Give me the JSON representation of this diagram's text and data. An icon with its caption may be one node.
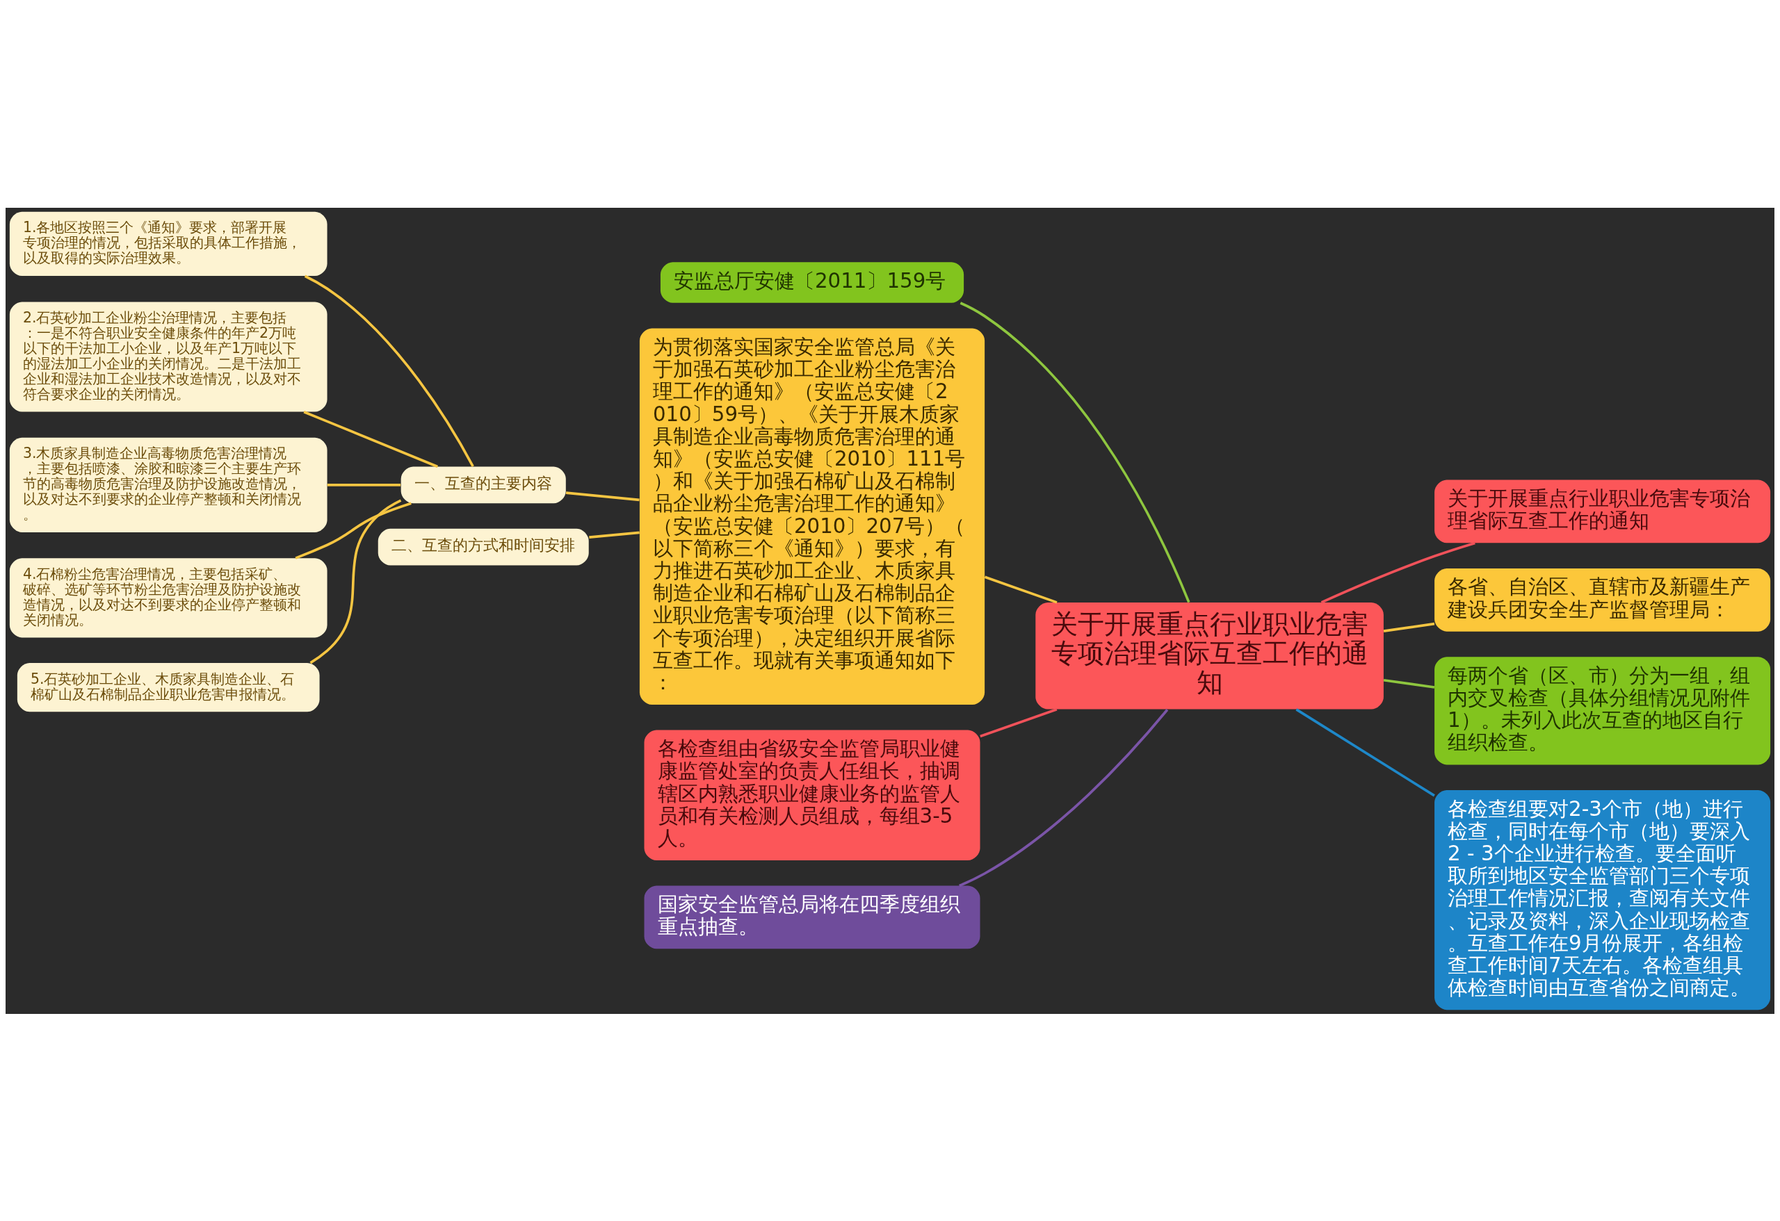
{
  "diagram": {
    "nodes": [
      {
        "text": [
          "关于开展重点行业职业危害专项治理省际互查工作的通知"
        ]
      },
      {
        "text": [
          "安监总厅安健〔2011〕159号"
        ]
      },
      {
        "text": [
          "为贯彻落实国家安全监管总局《关于加强石英砂加工企业粉尘危害治理工作的通知》（安监总安健〔2010〕59号）、《关于开展木质家具制造企业高毒物质危害治理的通知》（安监总安健〔2010〕111号）和《关于加强石棉矿山及石棉制品企业粉尘危害治理工作的通知》（安监总安健〔2010〕207号）（以下简称三个《通知》）要求，有力推进石英砂加工企业、木质家具制造企业和石棉矿山及石棉制品企业职业危害专项治理（以下简称三个专项治理），决定组织开展省际互查工作。现就有关事项通知如下："
        ]
      },
      {
        "text": [
          "一、互查的主要内容"
        ]
      },
      {
        "text": [
          "1.各地区按照三个《通知》要求，部署开展专项治理的情况，包括采取的具体工作措施，以及取得的实际治理效果。"
        ]
      },
      {
        "text": [
          "2.石英砂加工企业粉尘治理情况，主要包括：一是不符合职业安全健康条件的年产2万吨以下的干法加工小企业，以及年产1万吨以下的湿法加工小企业的关闭情况。二是干法加工企业和湿法加工企业技术改造情况，以及对不符合要求企业的关闭情况。"
        ]
      },
      {
        "text": [
          "3.木质家具制造企业高毒物质危害治理情况，主要包括喷漆、涂胶和晾漆三个主要生产环节的高毒物质危害治理及防护设施改造情况，以及对达不到要求的企业停产整顿和关闭情况。"
        ]
      },
      {
        "text": [
          "4.石棉粉尘危害治理情况，主要包括采矿、破碎、选矿等环节粉尘危害治理及防护设施改造情况，以及对达不到要求的企业停产整顿和关闭情况。"
        ]
      },
      {
        "text": [
          "5.石英砂加工企业、木质家具制造企业、石棉矿山及石棉制品企业职业危害申报情况。"
        ]
      },
      {
        "text": [
          "二、互查的方式和时间安排"
        ]
      },
      {
        "text": [
          "各检查组由省级安全监管局职业健康监管处室的负责人任组长，抽调辖区内熟悉职业健康业务的监管人员和有关检测人员组成，每组3-5人。"
        ]
      },
      {
        "text": [
          "国家安全监管总局将在四季度组织重点抽查。"
        ]
      },
      {
        "text": [
          "关于开展重点行业职业危害专项治理省际互查工作的通知"
        ]
      },
      {
        "text": [
          "各省、自治区、直辖市及新疆生产建设兵团安全生产监督管理局："
        ]
      },
      {
        "text": [
          "每两个省（区、市）分为一组，组内交叉检查（具体分组情况见附件1）。未列入此次互查的地区自行组织检查。"
        ]
      },
      {
        "text": [
          "各检查组要对2-3个市（地）进行检查，同时在每个市（地）要深入2 - 3个企业进行检查。要全面听取所到地区安全监管部门三个专项治理工作情况汇报，查阅有关文件、记录及资料，深入企业现场检查。互查工作在9月份展开，各组检查工作时间7天左右。各检查组具体检查时间由互查省份之间商定。"
        ]
      }
    ],
    "edges": [
      {
        "from": 0,
        "to": 1,
        "arrow": "none",
        "color": "#8ec63f"
      },
      {
        "from": 0,
        "to": 2,
        "arrow": "none"
      },
      {
        "from": 2,
        "to": 3,
        "arrow": "none"
      },
      {
        "from": 3,
        "to": 4,
        "arrow": "none"
      },
      {
        "from": 3,
        "to": 5,
        "arrow": "none"
      },
      {
        "from": 3,
        "to": 6,
        "arrow": "none"
      },
      {
        "from": 3,
        "to": 7,
        "arrow": "none"
      },
      {
        "from": 3,
        "to": 8,
        "arrow": "none"
      },
      {
        "from": 2,
        "to": 9,
        "arrow": "none"
      },
      {
        "from": 0,
        "to": 10,
        "arrow": "none",
        "color": "#f0525a"
      },
      {
        "from": 0,
        "to": 11,
        "arrow": "none",
        "color": "#7b55a8"
      },
      {
        "from": 0,
        "to": 12,
        "arrow": "none",
        "color": "#f0525a"
      },
      {
        "from": 0,
        "to": 13,
        "arrow": "none"
      },
      {
        "from": 0,
        "to": 14,
        "arrow": "none",
        "color": "#8ec63f"
      },
      {
        "from": 0,
        "to": 15,
        "arrow": "none",
        "color": "#1e88c9"
      }
    ]
  }
}
